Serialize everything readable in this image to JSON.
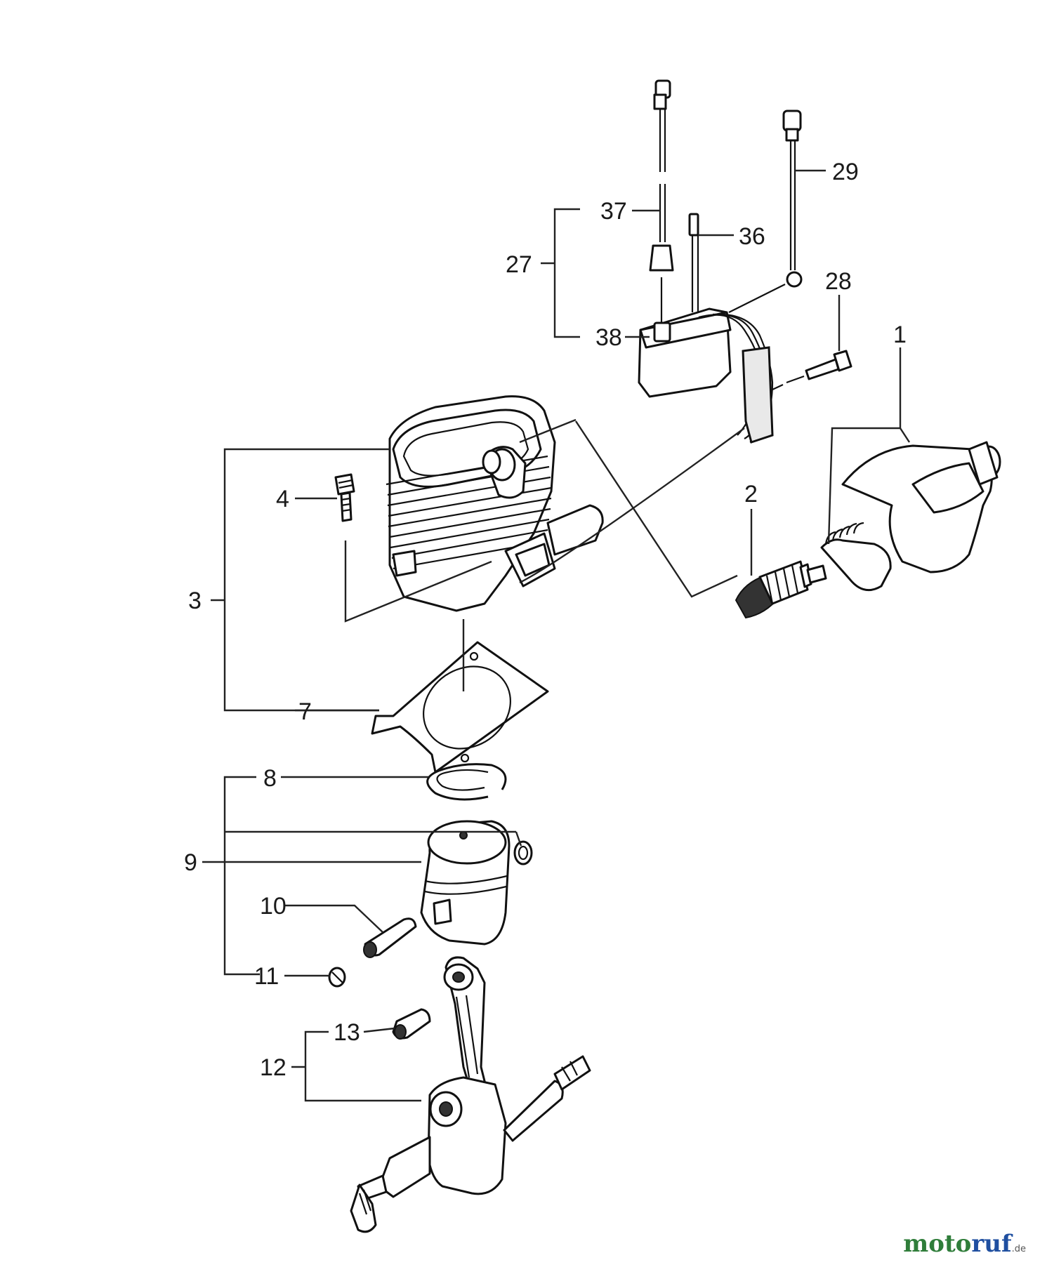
{
  "labels": {
    "p1": "1",
    "p2": "2",
    "p3": "3",
    "p4": "4",
    "p7": "7",
    "p8": "8",
    "p9": "9",
    "p10": "10",
    "p11": "11",
    "p12": "12",
    "p13": "13",
    "p27": "27",
    "p28": "28",
    "p29": "29",
    "p36": "36",
    "p37": "37",
    "p38": "38"
  },
  "watermark": {
    "brand_a": "moto",
    "brand_b": "ruf",
    "tld": ".de"
  }
}
